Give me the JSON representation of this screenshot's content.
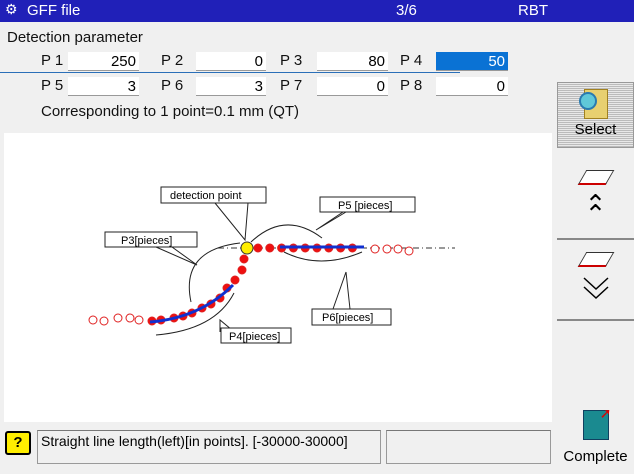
{
  "title": {
    "name": "GFF file",
    "page": "3/6",
    "mode": "RBT"
  },
  "section_title": "Detection parameter",
  "params": [
    {
      "label": "P 1",
      "value": "250"
    },
    {
      "label": "P 2",
      "value": "0"
    },
    {
      "label": "P 3",
      "value": "80"
    },
    {
      "label": "P 4",
      "value": "50"
    },
    {
      "label": "P 5",
      "value": "3"
    },
    {
      "label": "P 6",
      "value": "3"
    },
    {
      "label": "P 7",
      "value": "0"
    },
    {
      "label": "P 8",
      "value": "0"
    }
  ],
  "note": "Corresponding to 1 point=0.1 mm (QT)",
  "sidebar": {
    "select": "Select",
    "complete": "Complete"
  },
  "diagram": {
    "detection_point": "detection point",
    "p3": "P3[pieces]",
    "p4": "P4[pieces]",
    "p5": "P5 [pieces]",
    "p6": "P6[pieces]"
  },
  "status": {
    "message": "Straight line length(left)[in points]. [-30000-30000]",
    "extra": ""
  },
  "colors": {
    "titlebar": "#2020b8",
    "selected": "#0a72d4"
  }
}
